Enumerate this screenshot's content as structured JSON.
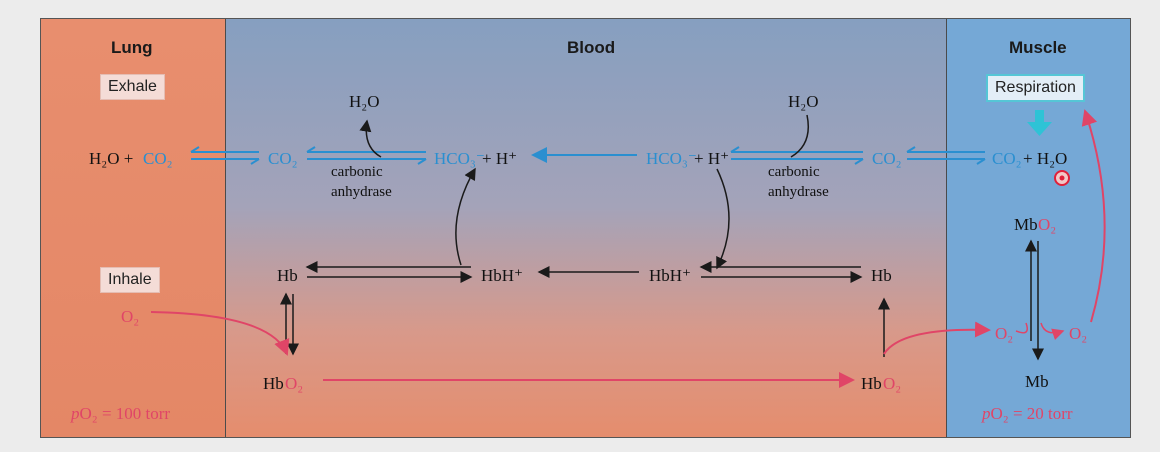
{
  "headers": {
    "lung": "Lung",
    "blood": "Blood",
    "muscle": "Muscle"
  },
  "buttons": {
    "exhale": "Exhale",
    "inhale": "Inhale",
    "respiration": "Respiration"
  },
  "labels": {
    "lung_h2o": "H₂O + ",
    "lung_co2": "CO₂",
    "co2_left": "CO₂",
    "h2o_top_left": "H₂O",
    "carbonic_left_1": "carbonic",
    "carbonic_left_2": "anhydrase",
    "hco3_left": "HCO₃⁻",
    "hplus_left": " + H⁺",
    "hco3_right": "HCO₃⁻",
    "hplus_right": " + H⁺",
    "h2o_top_right": "H₂O",
    "carbonic_right_1": "carbonic",
    "carbonic_right_2": "anhydrase",
    "co2_right": "CO₂",
    "muscle_co2": "CO₂",
    "muscle_h2o": " + H₂O",
    "hb_left": "Hb",
    "hbh_left": "HbH⁺",
    "hbh_right": "HbH⁺",
    "hb_right": "Hb",
    "hbo2_left_hb": "Hb",
    "hbo2_left_o2": "O₂",
    "hbo2_right_hb": "Hb",
    "hbo2_right_o2": "O₂",
    "o2_lung": "O₂",
    "mbo2_mb": "Mb",
    "mbo2_o2": "O₂",
    "mb": "Mb",
    "o2_muscle_left": "O₂",
    "o2_muscle_right": "O₂",
    "po2_lung_p": "p",
    "po2_lung_rest": "O₂ = 100 torr",
    "po2_muscle_p": "p",
    "po2_muscle_rest": "O₂ = 20 torr"
  },
  "colors": {
    "lung_bg": "#e88e6e",
    "blood_top": "#869fc0",
    "blood_bottom": "#e58d6d",
    "muscle_bg": "#75a8d6",
    "co2_blue": "#2a8fd0",
    "o2_pink": "#e04567",
    "respiration_arrow": "#2ec3d6"
  },
  "icons": {
    "cursor": "target-cursor-icon",
    "respiration_arrow": "down-arrow-icon"
  }
}
